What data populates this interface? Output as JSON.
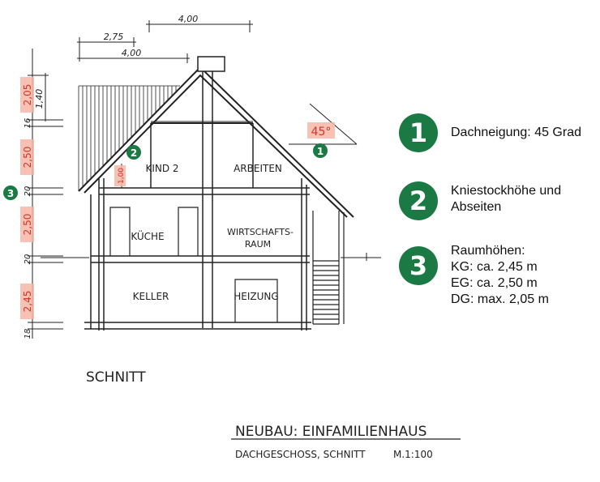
{
  "dimensions": {
    "top_400_a": "4,00",
    "top_275": "2,75",
    "top_400_b": "4,00",
    "h_205": "2,05",
    "h_140": "1,40",
    "h_16": "16",
    "h_250_a": "2,50",
    "h_20_a": "20",
    "h_250_b": "2,50",
    "h_20_b": "20",
    "h_245": "2,45",
    "h_18": "18",
    "kniestock": "1,00",
    "angle": "45°"
  },
  "rooms": {
    "kind2": "KIND 2",
    "arbeiten": "ARBEITEN",
    "kueche": "KÜCHE",
    "wirtschaft_1": "WIRTSCHAFTS-",
    "wirtschaft_2": "RAUM",
    "keller": "KELLER",
    "heizung": "HEIZUNG"
  },
  "markers": {
    "m1": "1",
    "m2": "2",
    "m3": "3"
  },
  "texts": {
    "schnitt": "SCHNITT",
    "title": "NEUBAU: EINFAMILIENHAUS",
    "subtitle": "DACHGESCHOSS, SCHNITT",
    "scale": "M.1:100"
  },
  "legend": [
    {
      "number": "1",
      "lines": [
        "Dachneigung: 45 Grad"
      ]
    },
    {
      "number": "2",
      "lines": [
        "Kniestockhöhe und",
        "Abseiten"
      ]
    },
    {
      "number": "3",
      "lines": [
        "Raumhöhen:",
        "KG: ca. 2,45 m",
        "EG: ca. 2,50 m",
        "DG: max. 2,05 m"
      ]
    }
  ],
  "colors": {
    "marker_green": "#1b7a43",
    "highlight": "#f6b6a6",
    "highlight_text": "#d0362a"
  }
}
